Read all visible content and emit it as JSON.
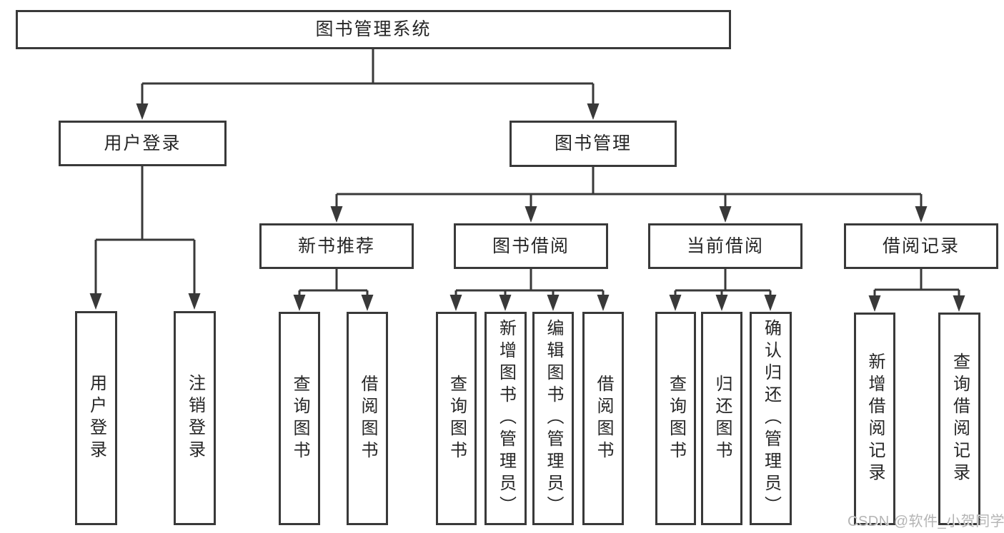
{
  "diagram": {
    "title": "图书管理系统",
    "branches": [
      {
        "label": "用户登录",
        "children": [
          {
            "label": "用户登录"
          },
          {
            "label": "注销登录"
          }
        ]
      },
      {
        "label": "图书管理",
        "children": [
          {
            "label": "新书推荐",
            "children": [
              {
                "label": "查询图书"
              },
              {
                "label": "借阅图书"
              }
            ]
          },
          {
            "label": "图书借阅",
            "children": [
              {
                "label": "查询图书"
              },
              {
                "label": "新增图书（管理员）"
              },
              {
                "label": "编辑图书（管理员）"
              },
              {
                "label": "借阅图书"
              }
            ]
          },
          {
            "label": "当前借阅",
            "children": [
              {
                "label": "查询图书"
              },
              {
                "label": "归还图书"
              },
              {
                "label": "确认归还（管理员）"
              }
            ]
          },
          {
            "label": "借阅记录",
            "children": [
              {
                "label": "新增借阅记录"
              },
              {
                "label": "查询借阅记录"
              }
            ]
          }
        ]
      }
    ]
  },
  "colors": {
    "line": "#393939",
    "text": "#262626",
    "watermark": "#b4b4b4",
    "background": "#ffffff"
  },
  "watermark": "CSDN @软件_小贺同学"
}
